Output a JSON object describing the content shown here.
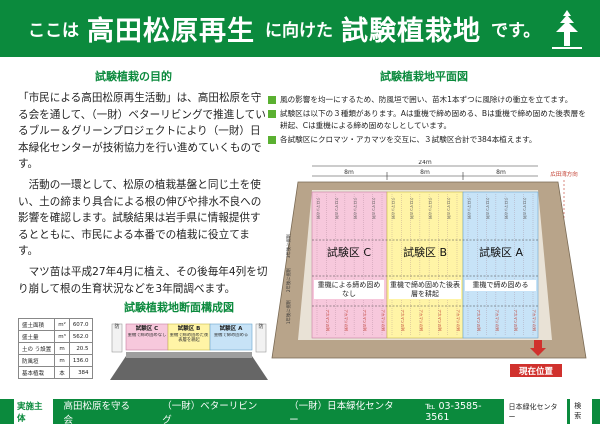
{
  "header": {
    "pre": "ここは",
    "name": "高田松原再生",
    "mid": "に向けた",
    "site": "試験植栽地",
    "post": "です。"
  },
  "purpose": {
    "title": "試験植栽の目的",
    "p1": "「市民による高田松原再生活動」は、高田松原を守る会を通して、（一財）ベターリビングで推進しているブルー＆グリーンプロジェクトにより（一財）日本緑化センターが技術協力を行い進めていくものです。",
    "p2": "活動の一環として、松原の植栽基盤と同じ土を使い、土の締まり具合による根の伸びや排水不良への影響を確認します。試験結果は岩手県に情報提供するとともに、市民による本番での植栽に役立てます。",
    "p3": "マツ苗は平成27年4月に植え、その後毎年4列を切り崩して根の生育状況などを3年間調べます。"
  },
  "cross_section": {
    "title": "試験植栽地断面構成図",
    "rows": [
      {
        "label": "盛土面積",
        "unit": "m²",
        "value": "607.0"
      },
      {
        "label": "盛土量",
        "unit": "m³",
        "value": "562.0"
      },
      {
        "label": "土の う設置",
        "unit": "m",
        "value": "20.5"
      },
      {
        "label": "防風垣",
        "unit": "m",
        "value": "136.0"
      },
      {
        "label": "基本植栽",
        "unit": "本",
        "value": "384"
      }
    ],
    "zone_c": "試験区 C",
    "zone_b": "試験区 B",
    "zone_a": "試験区 A",
    "note_c": "重機で締め固めなし",
    "note_b": "重機で締め固めた後表層を耕起",
    "note_a": "重機で締め固める"
  },
  "plan": {
    "title": "試験植栽地平面図",
    "notes": [
      "風の影響を均一にするため、防風垣で囲い、苗木1本ずつに風除けの衝立を立てます。",
      "試験区は以下の３種類があります。Aは重機で締め固める、Bは重機で締め固めた後表層を耕起、Cは重機による締め固めなしとしています。",
      "各試験区にクロマツ・アカマツを交互に、３試験区合計で384本植えます。"
    ],
    "total_width": "24m",
    "seg1": "8m",
    "seg2": "8m",
    "seg3": "8m",
    "zone_c": "試験区 C",
    "zone_b": "試験区 B",
    "zone_a": "試験区 A",
    "desc_c": "重機による締め固めなし",
    "desc_b": "重機で締め固めた後表層を耕起",
    "desc_a": "重機で締め固める",
    "row_label": "クロマツの列",
    "row_label_red": "アカマツの列",
    "dir_label": "広田湾方向",
    "here_label": "現在位置",
    "year1": "1年後に掘削",
    "year2": "2年後に掘削",
    "year3": "3年後に掘削"
  },
  "footer": {
    "tag": "実施主体",
    "org1": "高田松原を守る会",
    "org2": "（一財）ベターリビング",
    "org3": "（一財）日本緑化センター",
    "tel": "℡ 03-3585-3561",
    "search_text": "日本緑化センター",
    "search_btn": "検索"
  },
  "colors": {
    "brand_green": "#0b8a3d",
    "zone_c": "#f7c8dc",
    "zone_b": "#fff4a6",
    "zone_a": "#c7e3f7"
  }
}
